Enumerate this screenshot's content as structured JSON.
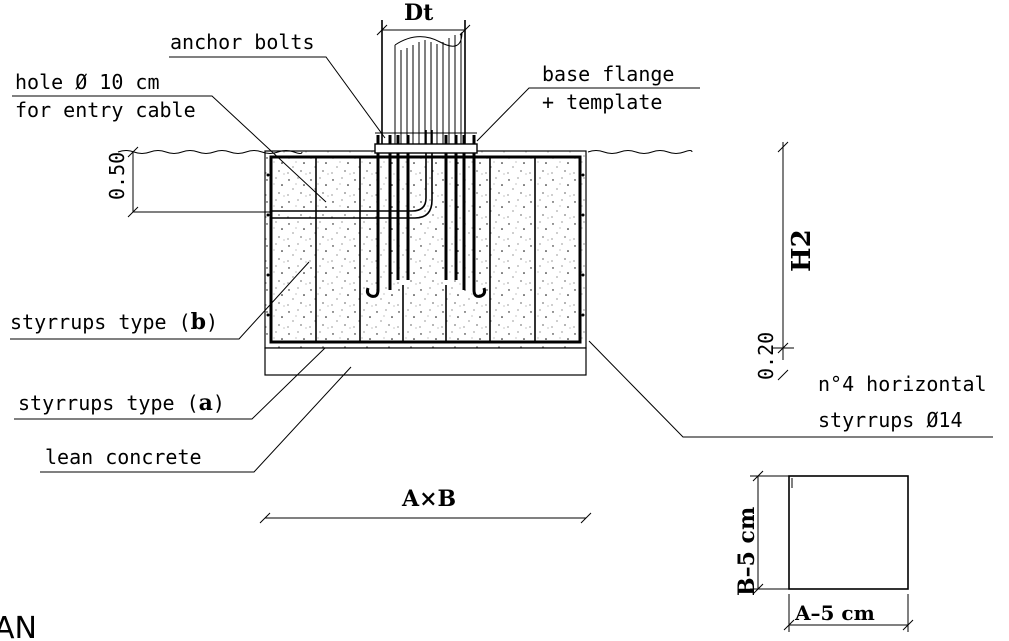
{
  "labels": {
    "dt": "Dt",
    "anchor_bolts": "anchor bolts",
    "hole_line1": "hole Ø 10 cm",
    "hole_line2": "for entry cable",
    "base_flange_line1": "base flange",
    "base_flange_line2": "+ template",
    "dim_050": "0.50",
    "h2": "H2",
    "dim_020": "0.20",
    "styrrups_b_prefix": "styrrups type (",
    "styrrups_b_letter": "b",
    "styrrups_b_suffix": ")",
    "styrrups_a_prefix": "styrrups type (",
    "styrrups_a_letter": "a",
    "styrrups_a_suffix": ")",
    "lean_concrete": "lean concrete",
    "horizontal_line1": "n°4 horizontal",
    "horizontal_line2": "styrrups Ø14",
    "axb": "A×B",
    "b_dim": "B–5 cm",
    "a_dim": "A–5 cm",
    "plan_partial": "AN"
  }
}
